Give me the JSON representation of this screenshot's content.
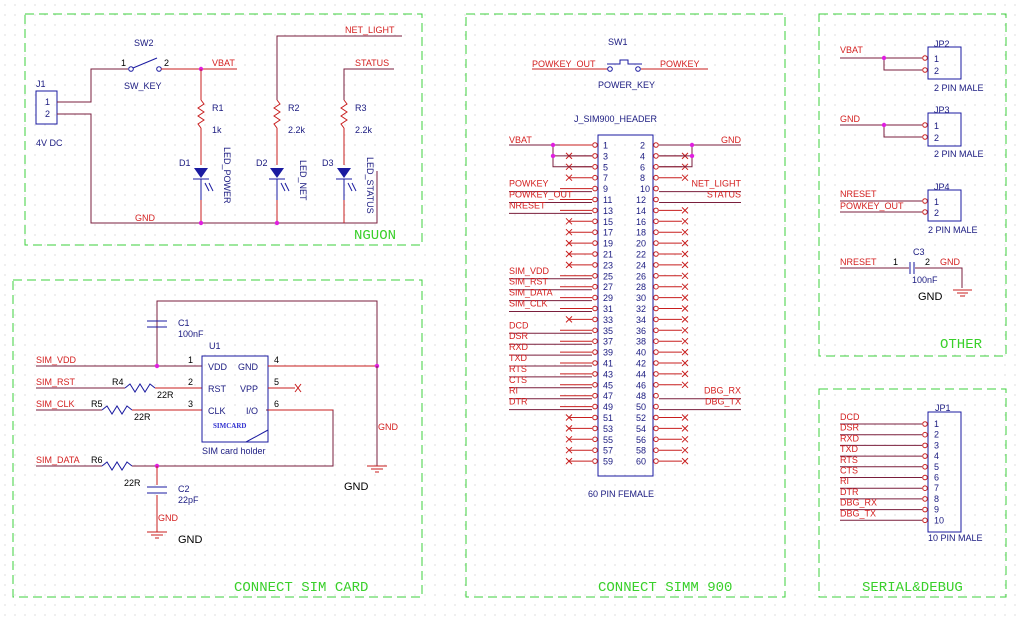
{
  "sections": {
    "nguon": "NGUON",
    "sim_card": "CONNECT SIM CARD",
    "simm900": "CONNECT SIMM 900",
    "other": "OTHER",
    "serial": "SERIAL&DEBUG"
  },
  "power": {
    "j1": {
      "ref": "J1",
      "pins": [
        "1",
        "2"
      ],
      "value": "4V DC"
    },
    "sw2": {
      "ref": "SW2",
      "value": "SW_KEY",
      "pin1": "1",
      "pin2": "2"
    },
    "vbat": "VBAT",
    "gnd": "GND",
    "net_light": "NET_LIGHT",
    "status": "STATUS",
    "r1": {
      "ref": "R1",
      "value": "1k"
    },
    "r2": {
      "ref": "R2",
      "value": "2.2k"
    },
    "r3": {
      "ref": "R3",
      "value": "2.2k"
    },
    "d1": {
      "ref": "D1",
      "value": "LED_POWER"
    },
    "d2": {
      "ref": "D2",
      "value": "LED_NET"
    },
    "d3": {
      "ref": "D3",
      "value": "LED_STATUS"
    }
  },
  "sim": {
    "nets": [
      "SIM_VDD",
      "SIM_RST",
      "SIM_CLK",
      "SIM_DATA"
    ],
    "c1": {
      "ref": "C1",
      "value": "100nF"
    },
    "c2": {
      "ref": "C2",
      "value": "22pF"
    },
    "r4": {
      "ref": "R4",
      "value": "22R"
    },
    "r5": {
      "ref": "R5",
      "value": "22R"
    },
    "r6": {
      "ref": "R6",
      "value": "22R"
    },
    "u1": {
      "ref": "U1",
      "left": [
        "VDD",
        "RST",
        "CLK"
      ],
      "right": [
        "GND",
        "VPP",
        "I/O"
      ],
      "left_pins": [
        "1",
        "2",
        "3"
      ],
      "right_pins": [
        "4",
        "5",
        "6"
      ],
      "inner": "SIMCARD",
      "value": "SIM card holder"
    },
    "gnd_net": "GND",
    "gnd_sym": "GND"
  },
  "header": {
    "sw1": {
      "ref": "SW1",
      "left": "POWKEY_OUT",
      "right": "POWKEY",
      "value": "POWER_KEY"
    },
    "title": "J_SIM900_HEADER",
    "footer": "60 PIN FEMALE",
    "left_nets": {
      "1": "VBAT",
      "9": "POWKEY",
      "11": "POWKEY_OUT",
      "13": "NRESET",
      "25": "SIM_VDD",
      "27": "SIM_RST",
      "29": "SIM_DATA",
      "31": "SIM_CLK",
      "35": "DCD",
      "37": "DSR",
      "39": "RXD",
      "41": "TXD",
      "43": "RTS",
      "45": "CTS",
      "47": "RI",
      "49": "DTR"
    },
    "right_nets": {
      "2": "GND",
      "10": "NET_LIGHT",
      "12": "STATUS",
      "48": "DBG_RX",
      "50": "DBG_TX"
    }
  },
  "other": {
    "jp2": {
      "ref": "JP2",
      "net": "VBAT",
      "value": "2 PIN MALE",
      "pins": [
        "1",
        "2"
      ]
    },
    "jp3": {
      "ref": "JP3",
      "net": "GND",
      "value": "2 PIN MALE",
      "pins": [
        "1",
        "2"
      ]
    },
    "jp4": {
      "ref": "JP4",
      "nets": [
        "NRESET",
        "POWKEY_OUT"
      ],
      "value": "2 PIN MALE",
      "pins": [
        "1",
        "2"
      ]
    },
    "c3": {
      "ref": "C3",
      "value": "100nF",
      "left": "NRESET",
      "right": "GND",
      "pin1": "1",
      "pin2": "2",
      "gnd_sym": "GND"
    }
  },
  "serial": {
    "jp1": {
      "ref": "JP1",
      "value": "10 PIN MALE"
    },
    "nets": [
      "DCD",
      "DSR",
      "RXD",
      "TXD",
      "RTS",
      "CTS",
      "RI",
      "DTR",
      "DBG_RX",
      "DBG_TX"
    ],
    "pins": [
      "1",
      "2",
      "3",
      "4",
      "5",
      "6",
      "7",
      "8",
      "9",
      "10"
    ]
  }
}
